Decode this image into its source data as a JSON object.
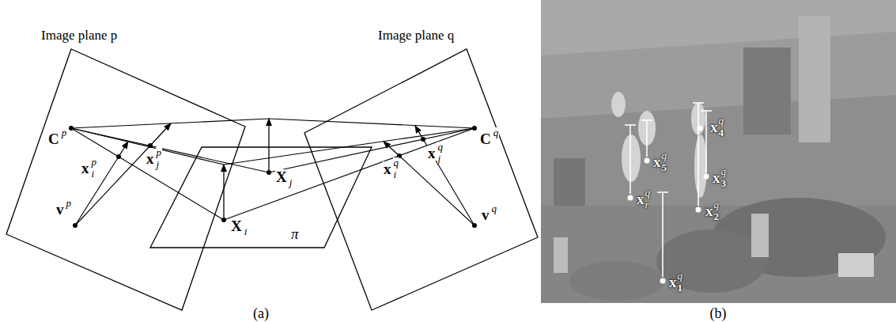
{
  "diagram": {
    "nodes": [
      {
        "text": [
          "Image plane p"
        ]
      },
      {
        "text": [
          "π"
        ]
      },
      {
        "text": [
          "Image plane q"
        ]
      }
    ],
    "labels": [
      "C",
      "p",
      "x",
      "i",
      "p",
      "x",
      "j",
      "p",
      "v",
      "p",
      "X",
      "j",
      "X",
      "i",
      "C",
      "q",
      "x",
      "i",
      "q",
      "x",
      "j",
      "q",
      "v",
      "q",
      "(a)",
      "(b)",
      "x",
      "4",
      "q",
      "x",
      "3",
      "q",
      "x",
      "5",
      "q",
      "x",
      "r",
      "q",
      "x",
      "2",
      "q",
      "x",
      "1",
      "q"
    ]
  }
}
